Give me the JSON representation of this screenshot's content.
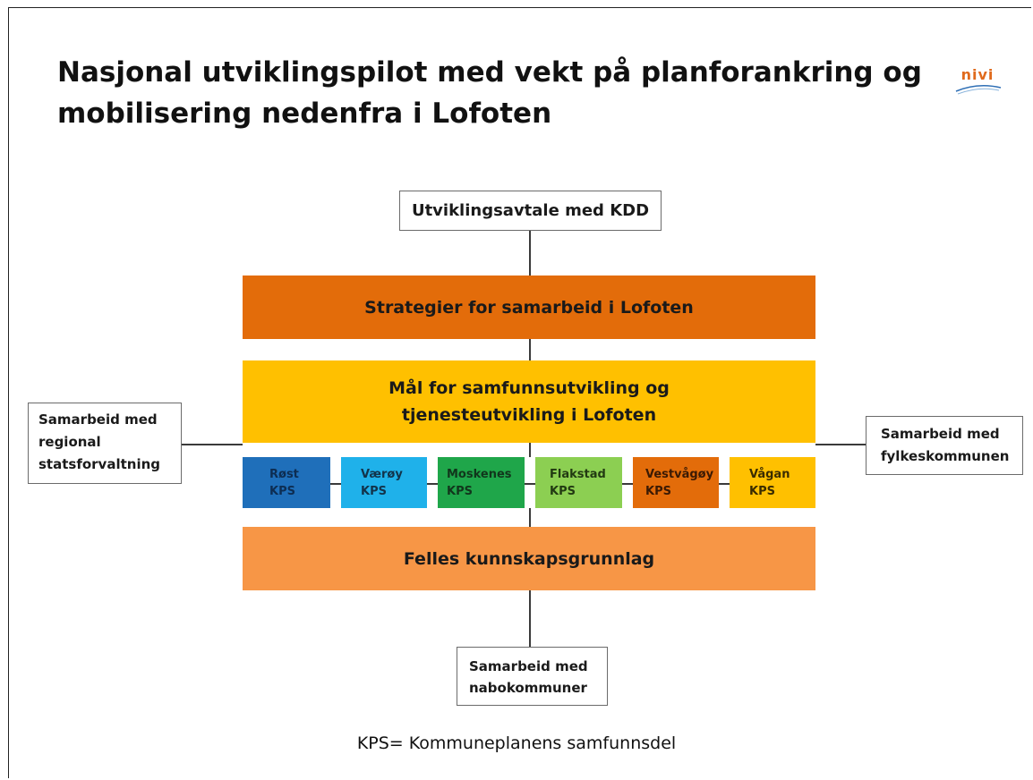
{
  "title_line1": "Nasjonal utviklingspilot med vekt på planforankring og",
  "title_line2": "mobilisering nedenfra i Lofoten",
  "logo_text": "nivi",
  "top_box": "Utviklingsavtale med KDD",
  "band_strategy": "Strategier for samarbeid i Lofoten",
  "band_goals_line1": "Mål for samfunnsutvikling og",
  "band_goals_line2": "tjenesteutvikling i Lofoten",
  "band_knowledge": "Felles kunnskapsgrunnlag",
  "left_box": [
    "Samarbeid med",
    "regional",
    "statsforvaltning"
  ],
  "right_box": [
    "Samarbeid med",
    "fylkeskommunen"
  ],
  "bottom_box": [
    "Samarbeid med",
    "nabokommuner"
  ],
  "kps": [
    {
      "name": "Røst",
      "suffix": "KPS",
      "color": "#1f6fba"
    },
    {
      "name": "Værøy",
      "suffix": "KPS",
      "color": "#1fb1ea"
    },
    {
      "name": "Moskenes",
      "suffix": "KPS",
      "color": "#1fa64a"
    },
    {
      "name": "Flakstad",
      "suffix": "KPS",
      "color": "#8ccf52"
    },
    {
      "name": "Vestvågøy",
      "suffix": "KPS",
      "color": "#e36c0a"
    },
    {
      "name": "Vågan",
      "suffix": "KPS",
      "color": "#ffc000"
    }
  ],
  "footnote": "KPS= Kommuneplanens samfunnsdel",
  "colors": {
    "strategy": "#e36c0a",
    "goals": "#ffc000",
    "knowledge": "#f79646"
  }
}
